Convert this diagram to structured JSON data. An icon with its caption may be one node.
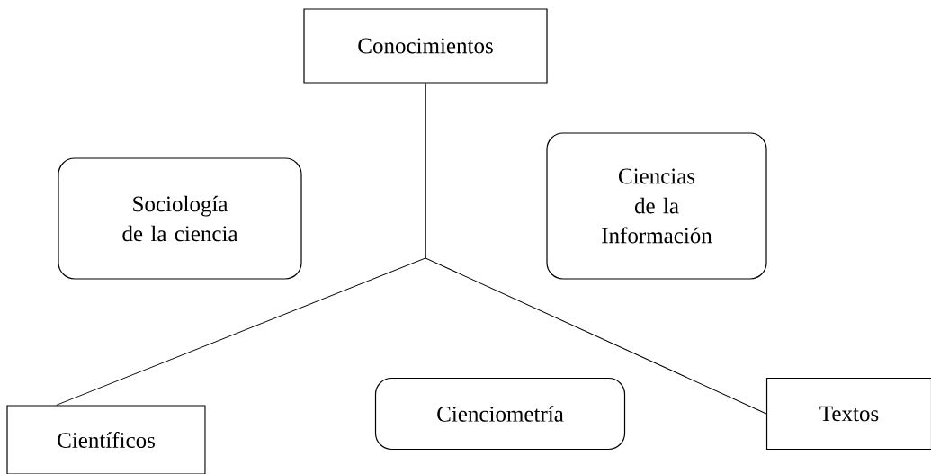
{
  "diagram": {
    "nodes": [
      {
        "text": [
          "Conocimientos"
        ]
      },
      {
        "text": [
          "Sociología de la ciencia"
        ]
      },
      {
        "text": [
          "Ciencias de la Información"
        ]
      },
      {
        "text": [
          "Científicos"
        ]
      },
      {
        "text": [
          "Cienciometría"
        ]
      },
      {
        "text": [
          "Textos"
        ]
      }
    ],
    "edges": [
      {
        "from": 0,
        "to": 3,
        "arrow": "none"
      },
      {
        "from": 0,
        "to": 5,
        "arrow": "none"
      }
    ]
  }
}
